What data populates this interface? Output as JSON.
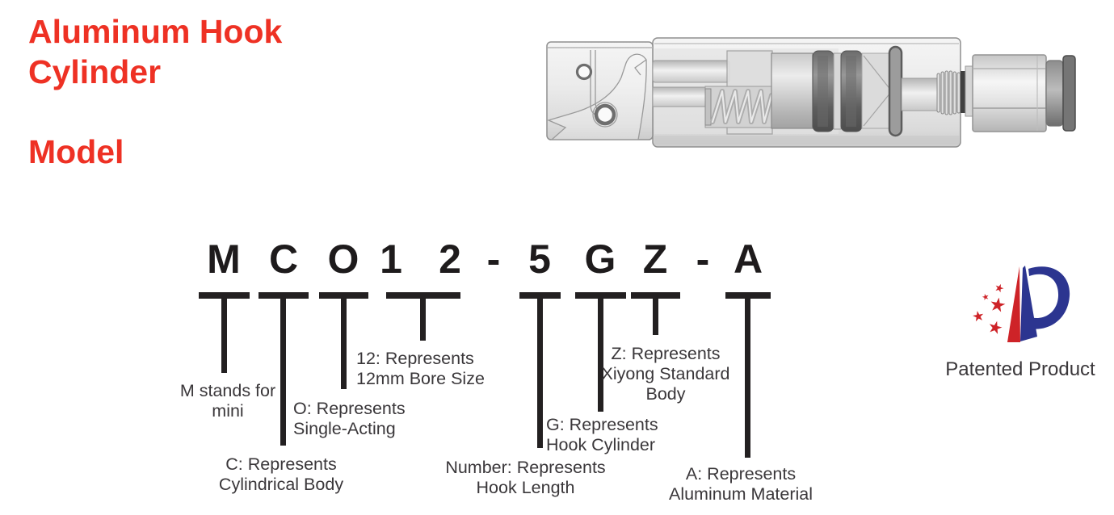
{
  "header": {
    "title": "Aluminum Hook\nCylinder",
    "section_heading": "Model",
    "accent_color": "#EE3124"
  },
  "model_code": {
    "full": "MCO12-5GZ-A",
    "chars": [
      "M",
      "C",
      "O",
      "1",
      "2",
      "-",
      "5",
      "G",
      "Z",
      "-",
      "A"
    ]
  },
  "labels": {
    "m": "M stands for\nmini",
    "c": "C: Represents\nCylindrical Body",
    "o": "O: Represents\nSingle-Acting",
    "bore": "12: Represents\n12mm Bore Size",
    "number": "Number: Represents\nHook Length",
    "g": "G: Represents\nHook Cylinder",
    "z": "Z: Represents\nXiyong Standard\nBody",
    "a": "A: Represents\nAluminum Material"
  },
  "patent": {
    "caption": "Patented Product",
    "logo_red": "#CE2328",
    "logo_blue": "#2C3590"
  },
  "illustration": {
    "description": "Aluminum hook cylinder sectional 3D rendering"
  },
  "colors": {
    "text_dark": "#3A373A",
    "line_black": "#232021",
    "code_black": "#1E1B1C"
  }
}
